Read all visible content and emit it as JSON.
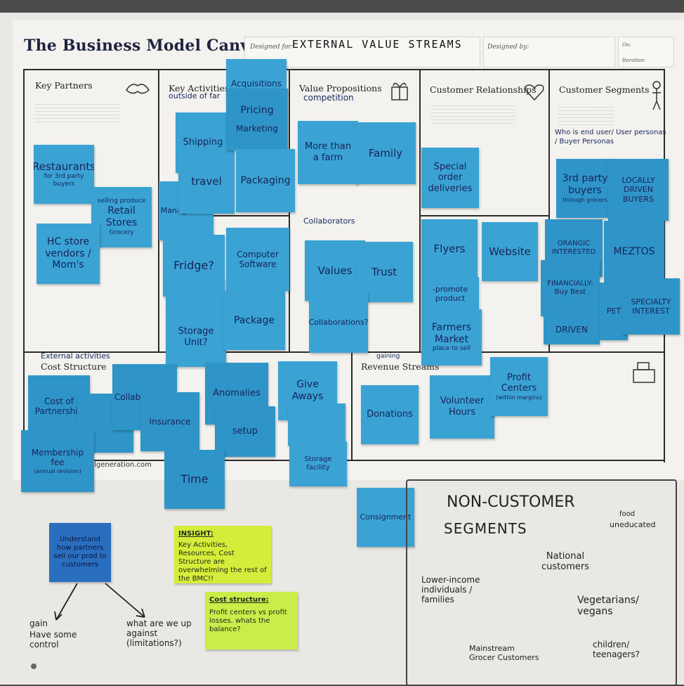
{
  "canvas": {
    "title": "The Business Model Canvas",
    "designed_for_label": "Designed for:",
    "designed_for_value": "EXTERNAL VALUE STREAMS",
    "designed_by_label": "Designed by:",
    "on_label": "On:",
    "iteration_label": "Iteration:",
    "footer_url": "elgeneration.com"
  },
  "sections": {
    "key_partners": "Key Partners",
    "key_activities": "Key Activities",
    "key_activities_note": "outside of far",
    "value_propositions": "Value Propositions",
    "value_propositions_note": "competition",
    "customer_relationships": "Customer Relationships",
    "customer_segments": "Customer Segments",
    "collaborators": "Collaborators",
    "cost_structure": "Cost Structure",
    "external_activities": "External activities",
    "revenue_streams": "Revenue Streams",
    "revenue_note": "gaining",
    "segments_handwritten": "Who is end user/ User personas / Buyer Personas"
  },
  "notes": {
    "restaurants": "Restaurants",
    "restaurants_sub": "for 3rd party buyers",
    "retail_top": "selling produce",
    "retail": "Retail Stores",
    "retail_sub": "Grocery",
    "hc_store": "HC store vendors / Mom's",
    "acquisitions": "Acquisitions",
    "pricing": "Pricing",
    "marketing": "Marketing",
    "shipping": "Shipping",
    "travel": "travel",
    "packaging": "Packaging",
    "management": "Management",
    "fridge": "Fridge?",
    "computer_software": "Computer Software",
    "storage_unit": "Storage Unit?",
    "package": "Package",
    "more_than_farm": "More than a farm",
    "family": "Family",
    "values": "Values",
    "trust": "Trust",
    "collaborations": "Collaborations?",
    "special_order": "Special order deliveries",
    "flyers": "Flyers",
    "website": "Website",
    "promote": "-promote product",
    "farmers_market": "Farmers Market",
    "farmers_market_sub": "place to sell",
    "third_party": "3rd party buyers",
    "third_party_sub": "through grocers",
    "locally_driven": "LOCALLY DRIVEN BUYERS",
    "organic": "ORANGIC INTERESTED",
    "meztos": "MEZTOS",
    "financially": "FINANCIALLY- Buy Best",
    "driven": "DRIVEN",
    "pet": "PET",
    "specialty": "SPECIALTY INTEREST",
    "cost_partnership": "Cost of Partnership",
    "membership": "Membership fee",
    "membership_sub": "(annual revision)",
    "collaborations2": "Collaborations",
    "insurance": "Insurance",
    "anomalies": "Anomalies",
    "setup": "setup",
    "time": "Time",
    "give_aways": "Give Aways",
    "storage_facility": "Storage facility",
    "donations": "Donations",
    "volunteer": "Volunteer Hours",
    "profit_centers": "Profit Centers",
    "profit_sub": "(within margins)",
    "consignment": "Consignment",
    "understand": "Understand how partners sell our prod to customers",
    "insight_title": "INSIGHT:",
    "insight": "Key Activities, Resources, Cost Structure are overwhelming the rest of the BMC!!",
    "cost_title": "Cost structure:",
    "cost_body": "Profit centers vs profit losses. whats the balance?"
  },
  "handwriting": {
    "gain": "gain",
    "have_control": "Have some control",
    "what_are": "what are we up against (limitations?)"
  },
  "non_customer": {
    "title1": "NON-CUSTOMER",
    "title2": "SEGMENTS",
    "food": "food",
    "uneducated": "uneducated",
    "national": "National customers",
    "lower": "Lower-income individuals / families",
    "vegetarians": "Vegetarians/ vegans",
    "mainstream": "Mainstream Grocer Customers",
    "children": "children/ teenagers?"
  },
  "colors": {
    "sticky_blue": "#3aa3d4",
    "sticky_navy": "#2a6fbf",
    "sticky_green": "#d6ec3a",
    "ink": "#1c2a60"
  }
}
